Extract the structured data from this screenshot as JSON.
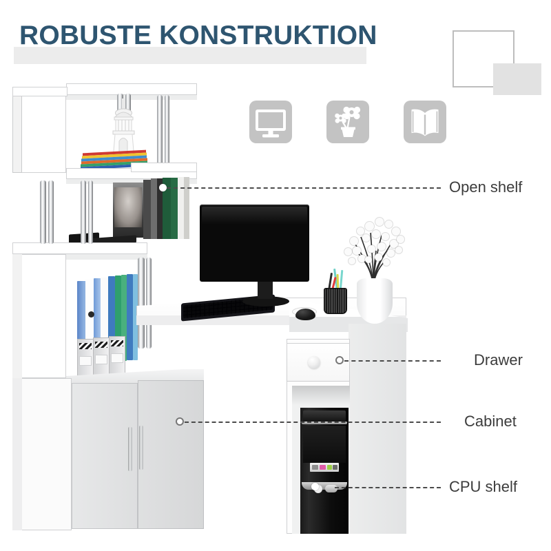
{
  "header": {
    "title": "ROBUSTE KONSTRUKTION",
    "title_color": "#2e5570",
    "band_color": "#ececec"
  },
  "decor": {
    "square_outline_color": "#bdbdbd",
    "square_fill_color": "#e2e2e2"
  },
  "feature_icons": [
    {
      "name": "monitor-icon",
      "label": "monitor"
    },
    {
      "name": "potted-flower-icon",
      "label": "potted flower"
    },
    {
      "name": "open-book-icon",
      "label": "open book"
    }
  ],
  "callouts": [
    {
      "id": "open-shelf",
      "label": "Open shelf",
      "marker": "solid"
    },
    {
      "id": "drawer",
      "label": "Drawer",
      "marker": "ring"
    },
    {
      "id": "cabinet",
      "label": "Cabinet",
      "marker": "ring"
    },
    {
      "id": "cpu-shelf",
      "label": "CPU shelf",
      "marker": "solid"
    }
  ],
  "product": {
    "name": "corner computer desk with bookshelf",
    "finish": "white",
    "accent_metal": "chrome",
    "items_on_desk": [
      "monitor",
      "keyboard",
      "mouse",
      "pen holder",
      "flower vase"
    ],
    "items_on_shelves": [
      "books",
      "lighthouse ornament",
      "ring binders",
      "box files",
      "remote controls"
    ],
    "cabinet_doors": 2,
    "drawers": 1
  },
  "colors": {
    "background": "#ffffff",
    "label_text": "#3c3c3c",
    "leader_line": "#4a4a4a",
    "icon_gray": "#c3c3c3"
  }
}
